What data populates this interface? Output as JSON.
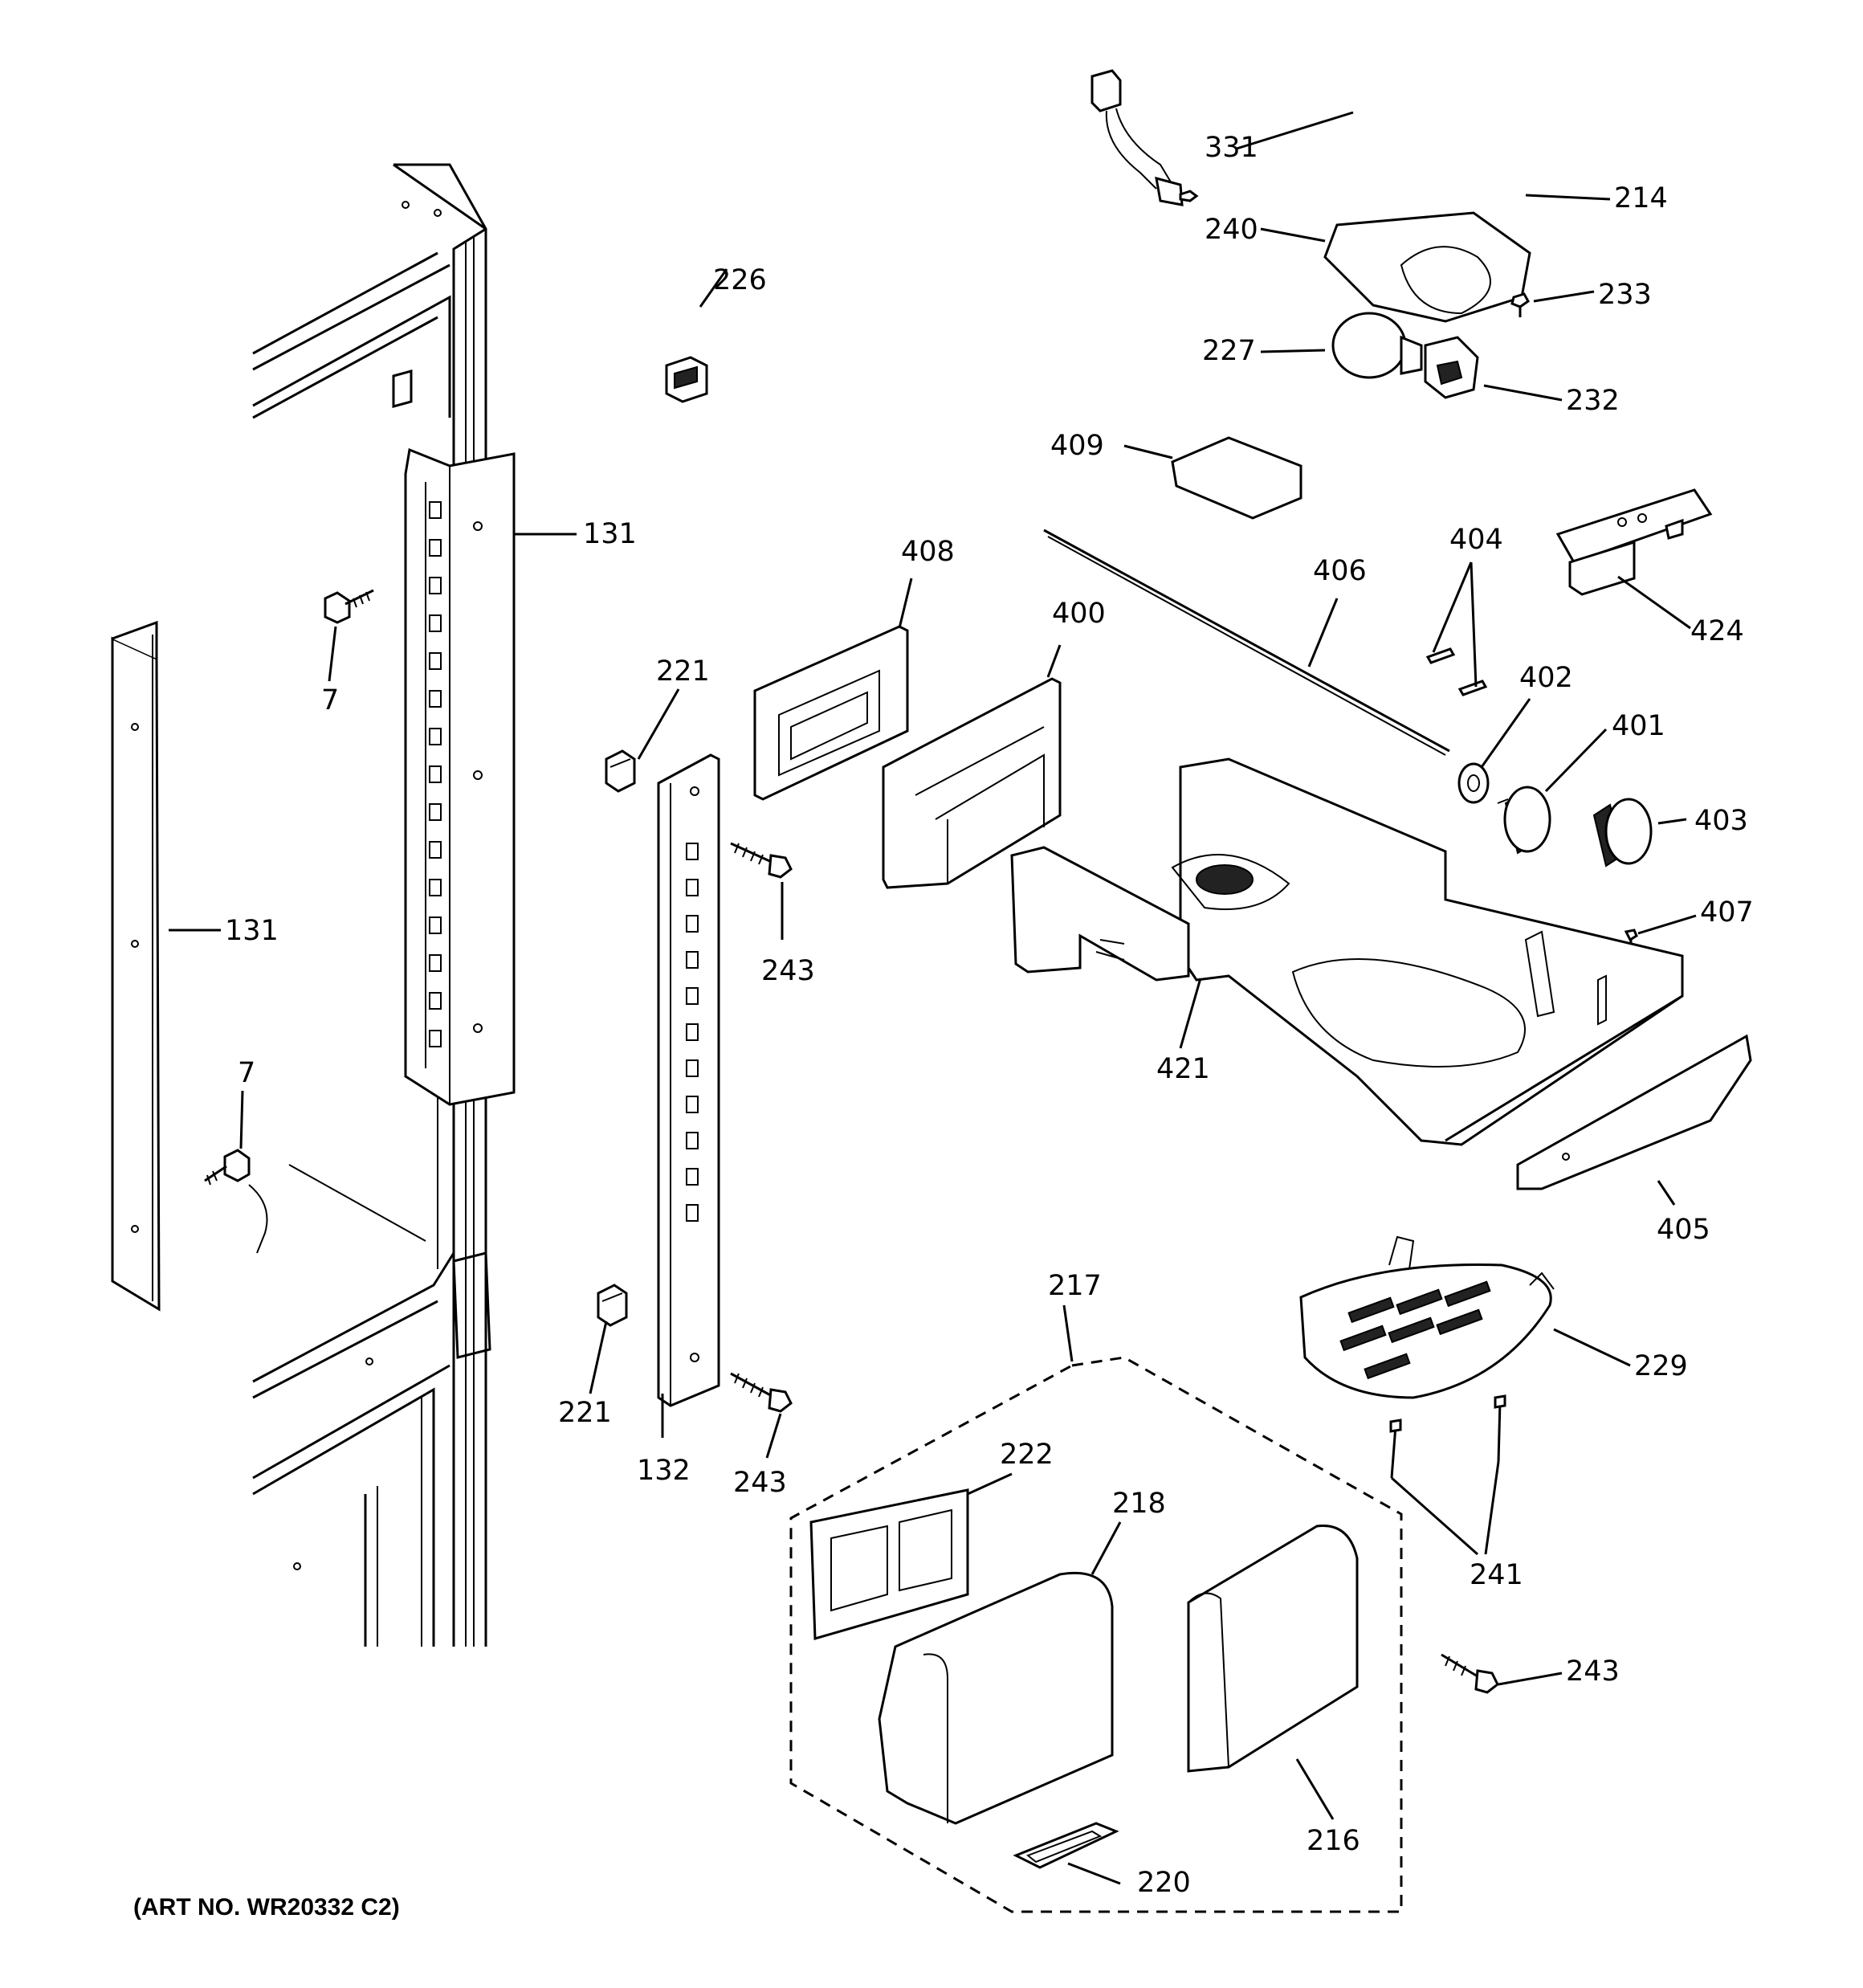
{
  "art_number": "(ART NO. WR20332 C2)",
  "callouts": [
    {
      "id": "label-331",
      "text": "331"
    },
    {
      "id": "label-214",
      "text": "214"
    },
    {
      "id": "label-240",
      "text": "240"
    },
    {
      "id": "label-233",
      "text": "233"
    },
    {
      "id": "label-227",
      "text": "227"
    },
    {
      "id": "label-232",
      "text": "232"
    },
    {
      "id": "label-226",
      "text": "226"
    },
    {
      "id": "label-409",
      "text": "409"
    },
    {
      "id": "label-131a",
      "text": "131"
    },
    {
      "id": "label-408",
      "text": "408"
    },
    {
      "id": "label-404",
      "text": "404"
    },
    {
      "id": "label-406",
      "text": "406"
    },
    {
      "id": "label-424",
      "text": "424"
    },
    {
      "id": "label-400",
      "text": "400"
    },
    {
      "id": "label-7a",
      "text": "7"
    },
    {
      "id": "label-221a",
      "text": "221"
    },
    {
      "id": "label-402",
      "text": "402"
    },
    {
      "id": "label-401",
      "text": "401"
    },
    {
      "id": "label-403",
      "text": "403"
    },
    {
      "id": "label-243a",
      "text": "243"
    },
    {
      "id": "label-407",
      "text": "407"
    },
    {
      "id": "label-131b",
      "text": "131"
    },
    {
      "id": "label-421",
      "text": "421"
    },
    {
      "id": "label-7b",
      "text": "7"
    },
    {
      "id": "label-405",
      "text": "405"
    },
    {
      "id": "label-217",
      "text": "217"
    },
    {
      "id": "label-229",
      "text": "229"
    },
    {
      "id": "label-221b",
      "text": "221"
    },
    {
      "id": "label-132",
      "text": "132"
    },
    {
      "id": "label-243b",
      "text": "243"
    },
    {
      "id": "label-222",
      "text": "222"
    },
    {
      "id": "label-218",
      "text": "218"
    },
    {
      "id": "label-241",
      "text": "241"
    },
    {
      "id": "label-243c",
      "text": "243"
    },
    {
      "id": "label-216",
      "text": "216"
    },
    {
      "id": "label-220",
      "text": "220"
    }
  ]
}
